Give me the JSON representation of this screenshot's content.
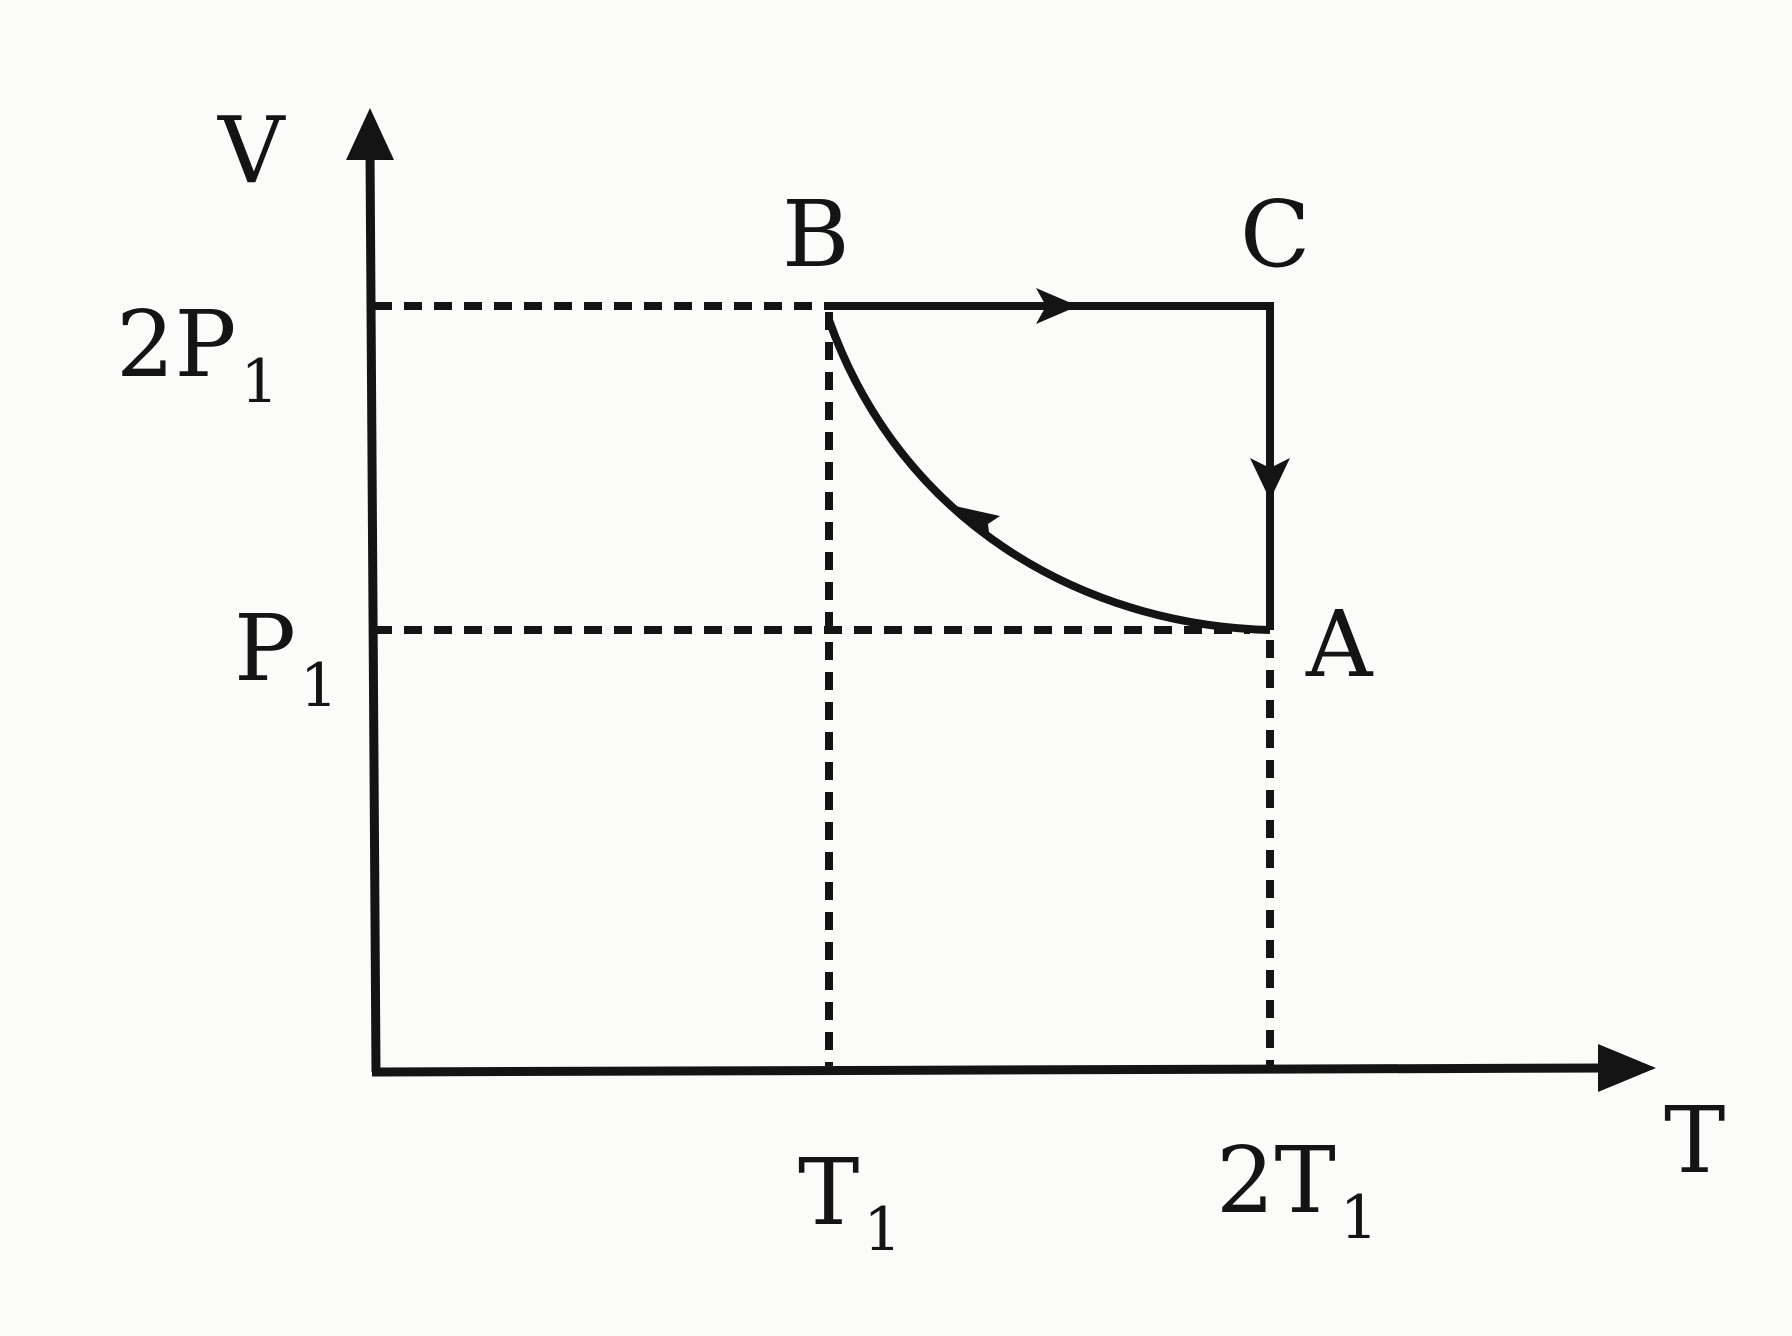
{
  "axes": {
    "y_label": "V",
    "x_label": "T"
  },
  "y_ticks": [
    {
      "main": "2P",
      "sub": "1"
    },
    {
      "main": "P",
      "sub": "1"
    }
  ],
  "x_ticks": [
    {
      "main": "T",
      "sub": "1"
    },
    {
      "main": "2T",
      "sub": "1"
    }
  ],
  "points": {
    "A": "A",
    "B": "B",
    "C": "C"
  },
  "colors": {
    "ink": "#141414",
    "background": "#fbfbf9"
  },
  "process": [
    {
      "from": "B",
      "to": "C",
      "kind": "straight"
    },
    {
      "from": "C",
      "to": "A",
      "kind": "straight"
    },
    {
      "from": "A",
      "to": "B",
      "kind": "curve"
    }
  ]
}
